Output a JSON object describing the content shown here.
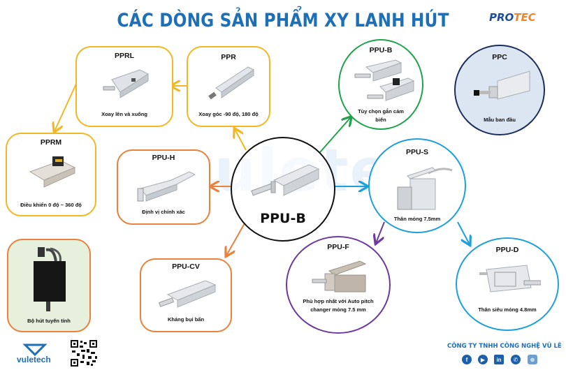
{
  "header": {
    "title": "CÁC DÒNG SẢN PHẨM XY LANH HÚT",
    "brand_part1": "PRO",
    "brand_part2": "TEC"
  },
  "watermark": "vuletech",
  "center": {
    "name": "PPU-B",
    "icon": "vacuum-cylinder-image"
  },
  "nodes": [
    {
      "id": "pprl",
      "name": "PPRL",
      "desc": "Xoay lên và xuống",
      "color": "#f2b824",
      "icon": "rotary-cylinder-image"
    },
    {
      "id": "ppr",
      "name": "PPR",
      "desc": "Xoay góc -90 độ, 180 độ",
      "color": "#f2b824",
      "icon": "rotary-cylinder-image"
    },
    {
      "id": "pprm",
      "name": "PPRM",
      "desc": "Điều khiển 0 độ ~ 360 độ",
      "color": "#f2b824",
      "icon": "motor-rotary-image"
    },
    {
      "id": "ppu-h",
      "name": "PPU-H",
      "desc": "Định vị chính xác",
      "color": "#e8823c",
      "icon": "precision-cylinder-image"
    },
    {
      "id": "ppu-b",
      "name": "PPU-B",
      "desc": "Tùy chọn gắn cảm biến",
      "desc_line1": "Tùy chọn gắn cảm",
      "desc_line2": "biến",
      "color": "#1fa34a",
      "icon": "sensor-cylinder-image"
    },
    {
      "id": "ppc",
      "name": "PPC",
      "desc": "Mẫu ban đầu",
      "color": "#1b2d5a",
      "icon": "original-cylinder-image"
    },
    {
      "id": "ppu-s",
      "name": "PPU-S",
      "desc": "Thân mỏng 7.5mm",
      "color": "#1ea0dc",
      "icon": "slim-cylinder-image"
    },
    {
      "id": "ppu-f",
      "name": "PPU-F",
      "desc_line1": "Phù hợp nhất với Auto pitch",
      "desc_line2": "changer mỏng 7.5 mm",
      "color": "#6b3aa0",
      "icon": "pitch-changer-cylinder-image"
    },
    {
      "id": "ppu-d",
      "name": "PPU-D",
      "desc": "Thân siêu mỏng 4.8mm",
      "color": "#1ea0dc",
      "icon": "ultra-slim-cylinder-image"
    },
    {
      "id": "ppu-cv",
      "name": "PPU-CV",
      "desc": "Kháng bụi bẩn",
      "color": "#e8823c",
      "icon": "dustproof-cylinder-image"
    },
    {
      "id": "linear",
      "name": "",
      "desc": "Bộ hút tuyến tính",
      "color": "#e8823c",
      "bg": "#e6f0dc",
      "icon": "linear-suction-unit-image"
    }
  ],
  "footer": {
    "logo_text": "vuletech",
    "company": "CÔNG TY TNHH CÔNG NGHỆ VŨ LÊ",
    "socials": [
      {
        "name": "facebook",
        "glyph": "f"
      },
      {
        "name": "youtube",
        "glyph": "▶"
      },
      {
        "name": "linkedin",
        "glyph": "in"
      },
      {
        "name": "whatsapp",
        "glyph": "✆"
      },
      {
        "name": "website",
        "glyph": "⊕"
      }
    ]
  }
}
